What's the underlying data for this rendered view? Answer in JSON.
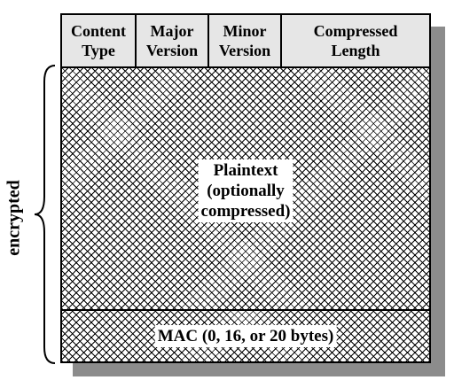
{
  "header_fields": [
    {
      "line1": "Content",
      "line2": "Type"
    },
    {
      "line1": "Major",
      "line2": "Version"
    },
    {
      "line1": "Minor",
      "line2": "Version"
    },
    {
      "line1": "Compressed",
      "line2": "Length"
    }
  ],
  "plaintext_label": {
    "line1": "Plaintext",
    "line2": "(optionally",
    "line3": "compressed)"
  },
  "mac_label": "MAC (0, 16, or 20 bytes)",
  "side_label": "encrypted",
  "colors": {
    "header_fill": "#e6e6e6",
    "shadow": "#8c8c8c",
    "hatch": "#000000"
  }
}
